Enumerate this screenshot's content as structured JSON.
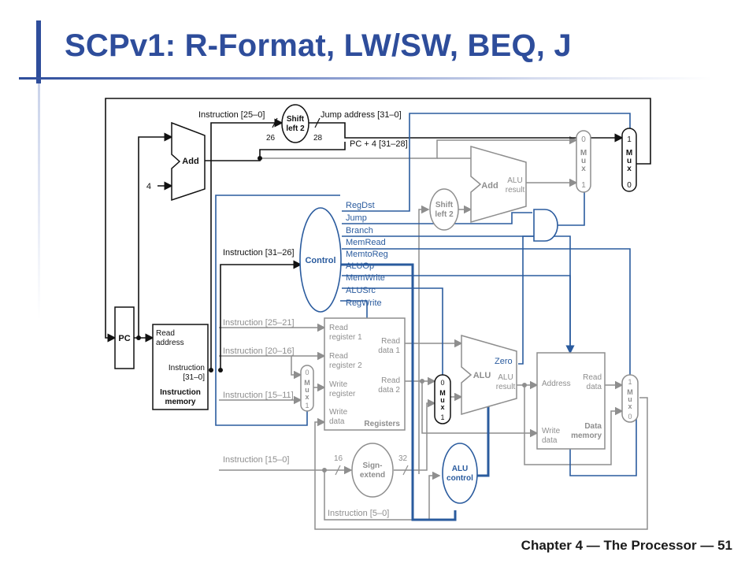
{
  "slide": {
    "title": "SCPv1: R-Format, LW/SW, BEQ, J",
    "footer": "Chapter 4 — The Processor — 51"
  },
  "colors": {
    "accent": "#2e4d9b",
    "control_blue": "#2a5b9e",
    "active_black": "#111111",
    "inactive_gray": "#8e8e8e"
  },
  "diagram": {
    "pc": "PC",
    "add_pc": "Add",
    "const_4": "4",
    "shift_jump": [
      "Shift",
      "left 2"
    ],
    "instr_25_0": "Instruction [25–0]",
    "jump_address": "Jump address [31–0]",
    "bits_26": "26",
    "bits_28": "28",
    "pc_plus4": "PC + 4 [31–28]",
    "mux_jump": [
      "1",
      "M",
      "u",
      "x",
      "0"
    ],
    "mux_branch": [
      "0",
      "M",
      "u",
      "x",
      "1"
    ],
    "add_branch": "Add",
    "alu_result_branch": [
      "ALU",
      "result"
    ],
    "shift_branch": [
      "Shift",
      "left 2"
    ],
    "control": "Control",
    "control_signals": [
      "RegDst",
      "Jump",
      "Branch",
      "MemRead",
      "MemtoReg",
      "ALUOp",
      "MemWrite",
      "ALUSrc",
      "RegWrite"
    ],
    "instr_31_26": "Instruction [31–26]",
    "instr_25_21": "Instruction [25–21]",
    "instr_20_16": "Instruction [20–16]",
    "instr_15_11": "Instruction [15–11]",
    "instr_15_0": "Instruction [15–0]",
    "instr_5_0": "Instruction [5–0]",
    "im_read_address": [
      "Read",
      "address"
    ],
    "im_instruction": [
      "Instruction",
      "[31–0]"
    ],
    "im_title": [
      "Instruction",
      "memory"
    ],
    "reg_read1": [
      "Read",
      "register 1"
    ],
    "reg_read2": [
      "Read",
      "register 2"
    ],
    "reg_write_reg": [
      "Write",
      "register"
    ],
    "reg_write_data": [
      "Write",
      "data"
    ],
    "reg_out1": [
      "Read",
      "data 1"
    ],
    "reg_out2": [
      "Read",
      "data 2"
    ],
    "reg_title": "Registers",
    "mux_regdst": [
      "0",
      "M",
      "u",
      "x",
      "1"
    ],
    "mux_alusrc": [
      "0",
      "M",
      "u",
      "x",
      "1"
    ],
    "mux_memtoreg": [
      "1",
      "M",
      "u",
      "x",
      "0"
    ],
    "alu": "ALU",
    "zero": "Zero",
    "alu_result": [
      "ALU",
      "result"
    ],
    "sign_extend": [
      "Sign-",
      "extend"
    ],
    "bits_16": "16",
    "bits_32": "32",
    "alu_control": [
      "ALU",
      "control"
    ],
    "dm_address": "Address",
    "dm_read_data": [
      "Read",
      "data"
    ],
    "dm_write_data": [
      "Write",
      "data"
    ],
    "dm_title": [
      "Data",
      "memory"
    ]
  }
}
